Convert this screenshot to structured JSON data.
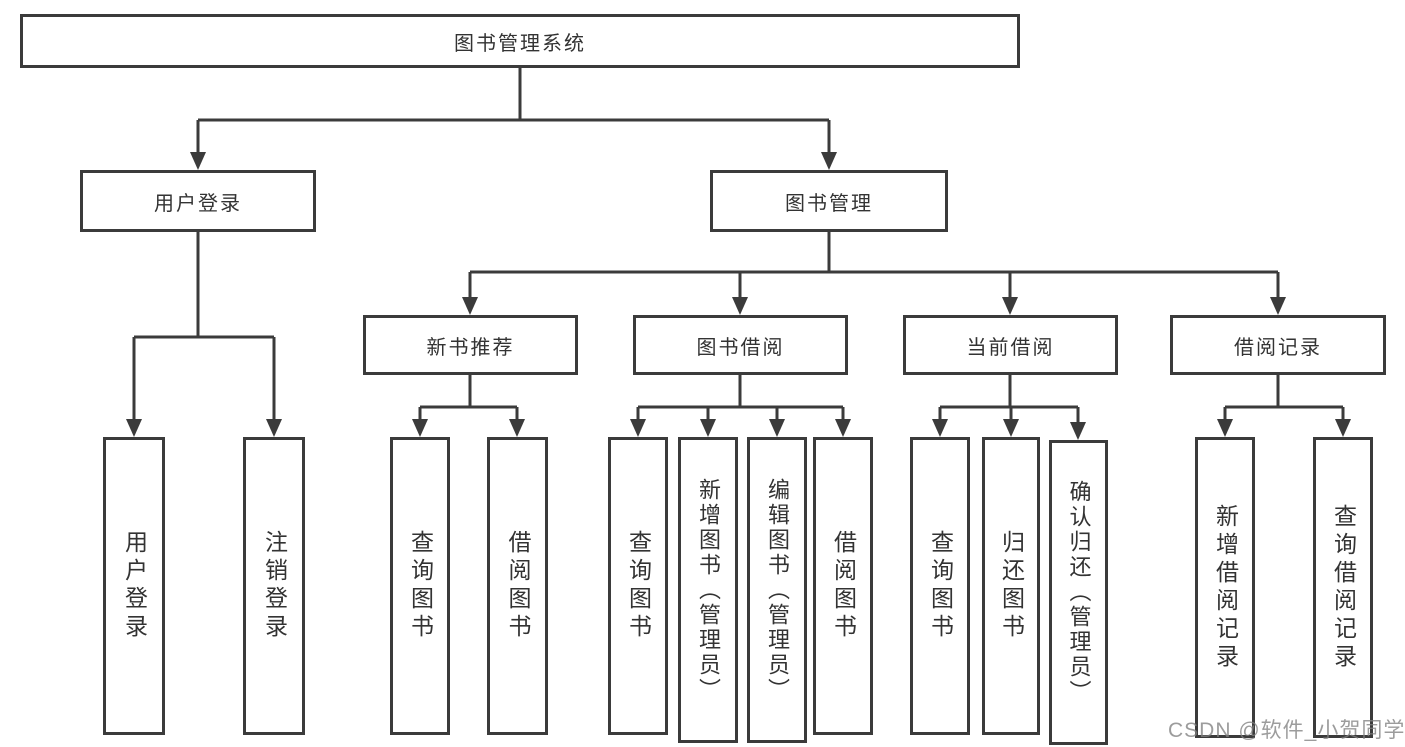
{
  "tree": {
    "label": "图书管理系统",
    "children": [
      {
        "label": "用户登录",
        "children": [
          {
            "label": "用户登录"
          },
          {
            "label": "注销登录"
          }
        ]
      },
      {
        "label": "图书管理",
        "children": [
          {
            "label": "新书推荐",
            "children": [
              {
                "label": "查询图书"
              },
              {
                "label": "借阅图书"
              }
            ]
          },
          {
            "label": "图书借阅",
            "children": [
              {
                "label": "查询图书"
              },
              {
                "label": "新增图书（管理员）"
              },
              {
                "label": "编辑图书（管理员）"
              },
              {
                "label": "借阅图书"
              }
            ]
          },
          {
            "label": "当前借阅",
            "children": [
              {
                "label": "查询图书"
              },
              {
                "label": "归还图书"
              },
              {
                "label": "确认归还（管理员）"
              }
            ]
          },
          {
            "label": "借阅记录",
            "children": [
              {
                "label": "新增借阅记录"
              },
              {
                "label": "查询借阅记录"
              }
            ]
          }
        ]
      }
    ]
  },
  "watermark": {
    "text": "CSDN @软件_小贺同学"
  },
  "colors": {
    "line": "#3b3b3b",
    "text": "#333333",
    "background": "#ffffff",
    "watermark": "#808080"
  }
}
